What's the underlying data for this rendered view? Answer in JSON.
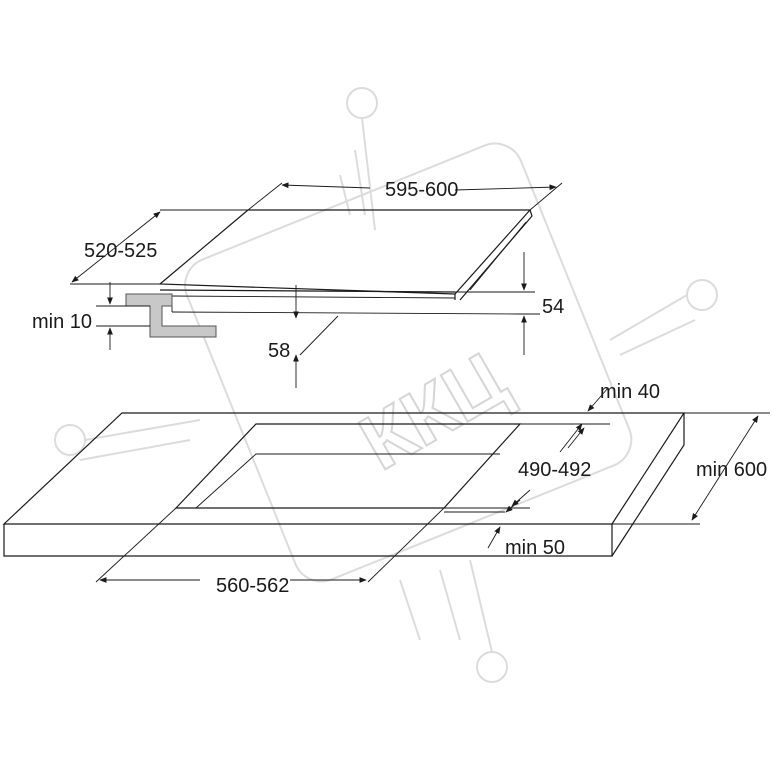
{
  "dimensions": {
    "hob_width": "595-600",
    "hob_depth": "520-525",
    "hob_height": "54",
    "clearance_below": "58",
    "bracket_gap": "min 10",
    "rear_clearance": "min 40",
    "cutout_depth": "490-492",
    "worktop_depth": "min 600",
    "front_clearance": "min 50",
    "cutout_width": "560-562"
  },
  "watermark": {
    "text": "ККЦ"
  },
  "colors": {
    "line": "#1a1a1a",
    "bracket": "#c8c8c8",
    "watermark": "#d6d6d6"
  }
}
